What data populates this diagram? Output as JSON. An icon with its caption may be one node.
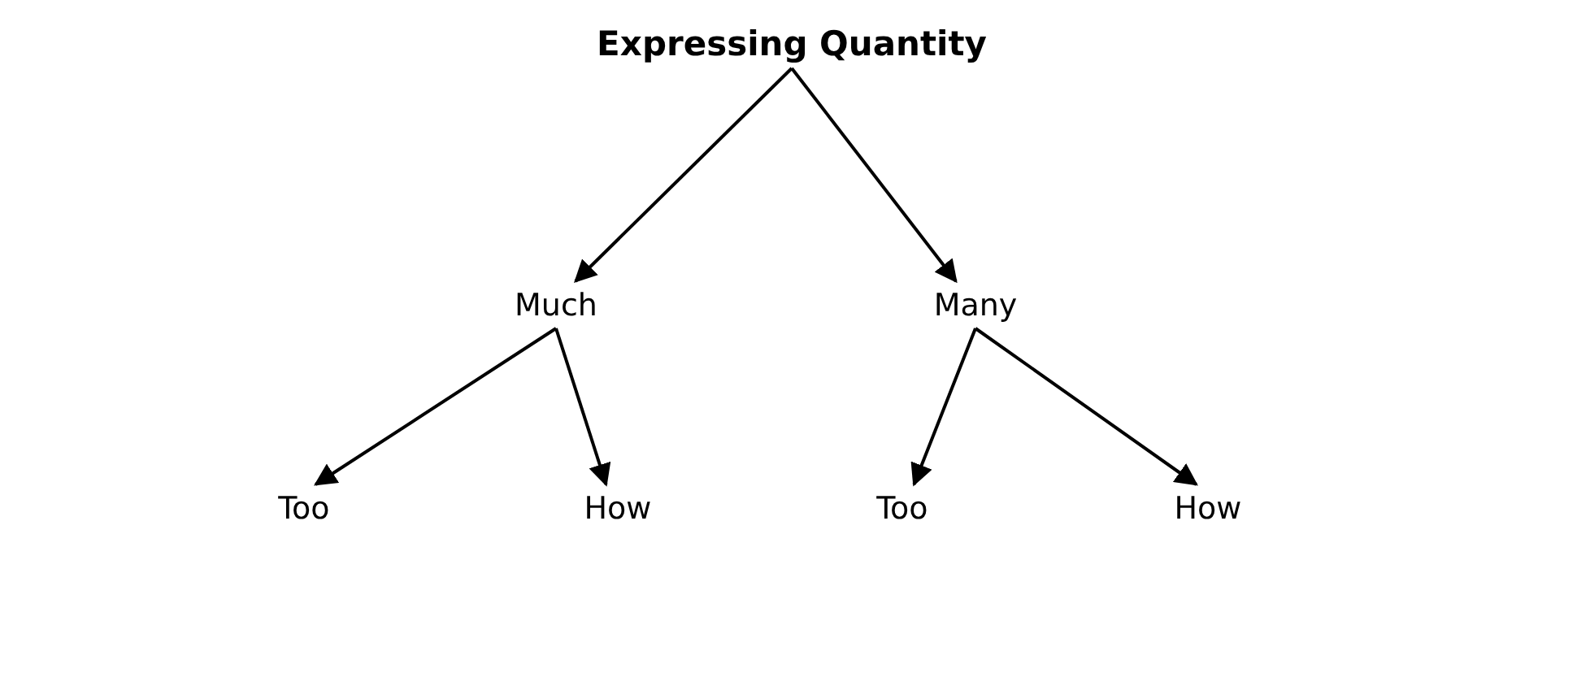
{
  "diagram": {
    "nodes": [
      {
        "text": [
          "Expressing Quantity"
        ]
      },
      {
        "text": [
          "Much"
        ]
      },
      {
        "text": [
          "Many"
        ]
      },
      {
        "text": [
          "Too"
        ]
      },
      {
        "text": [
          "How"
        ]
      },
      {
        "text": [
          "Too"
        ]
      },
      {
        "text": [
          "How"
        ]
      }
    ],
    "edges": [
      {
        "from": 0,
        "to": 1,
        "arrow": "to"
      },
      {
        "from": 0,
        "to": 2,
        "arrow": "to"
      },
      {
        "from": 1,
        "to": 3,
        "arrow": "to"
      },
      {
        "from": 1,
        "to": 4,
        "arrow": "to"
      },
      {
        "from": 2,
        "to": 5,
        "arrow": "to"
      },
      {
        "from": 2,
        "to": 6,
        "arrow": "to"
      }
    ]
  }
}
